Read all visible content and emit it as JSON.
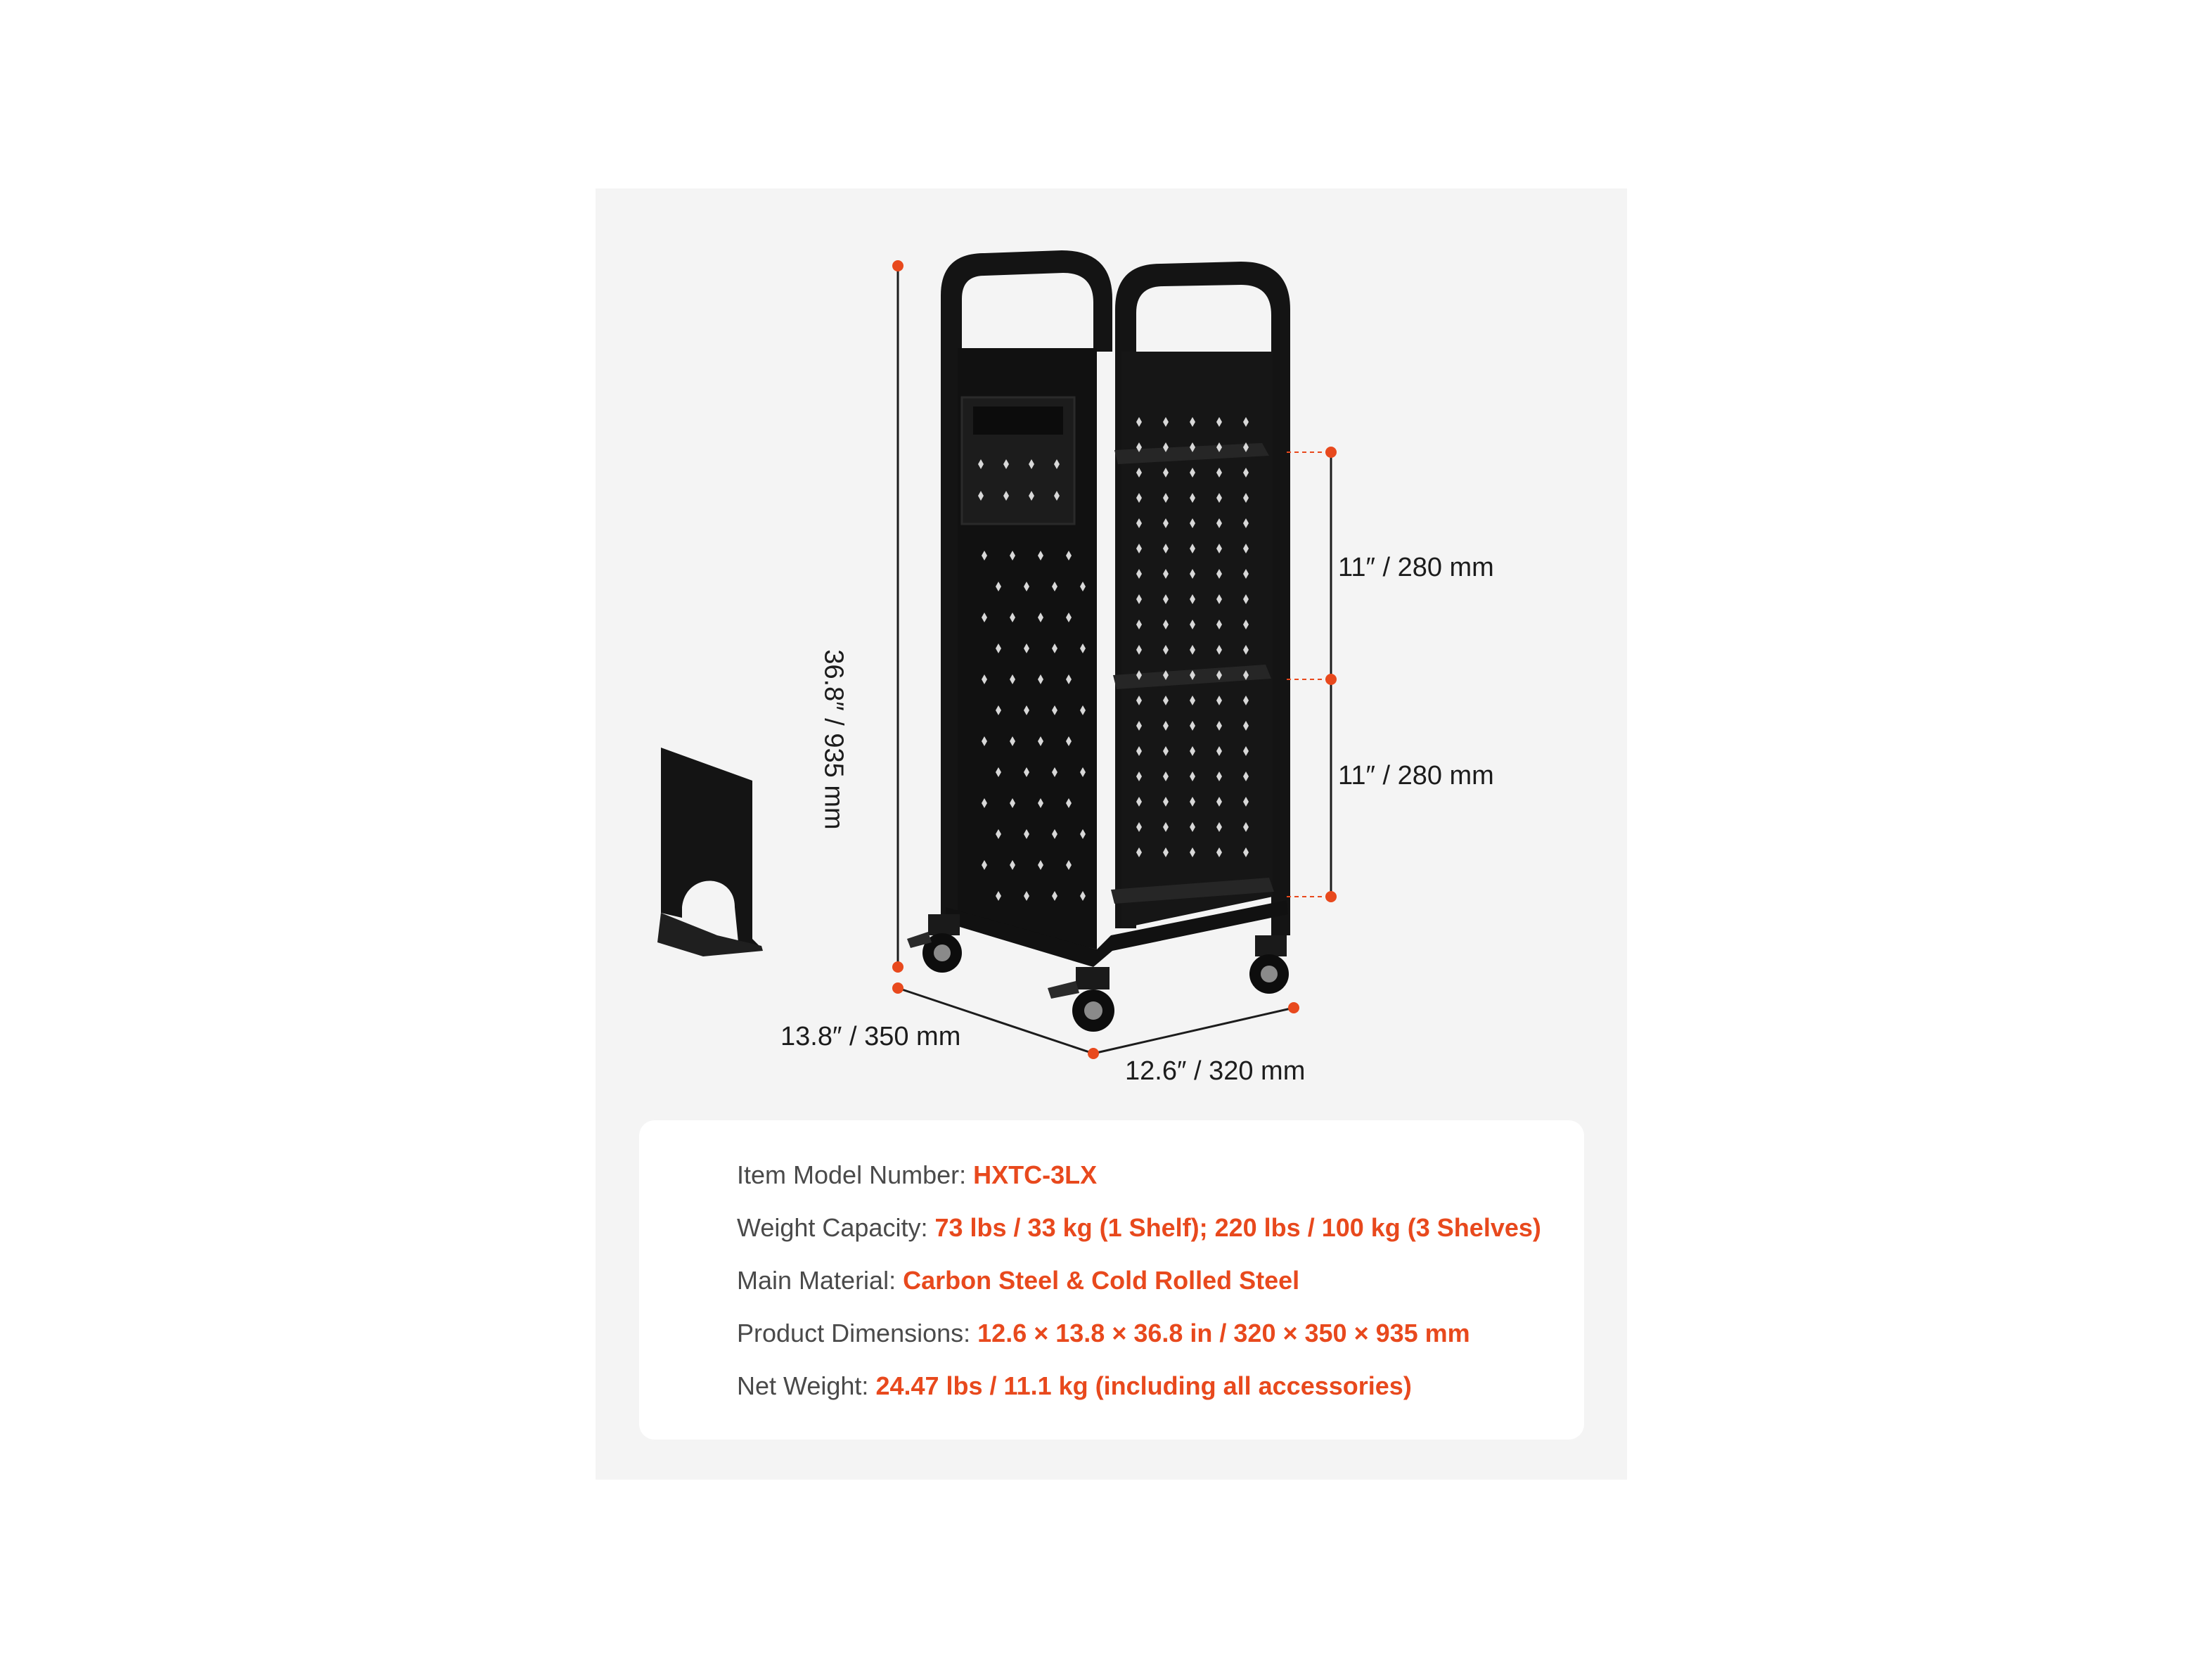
{
  "colors": {
    "accent": "#e8491d",
    "panel_bg": "#f4f4f4",
    "product": "#141414",
    "text": "#1c1c1c"
  },
  "dimensions": {
    "height": "36.8″ / 935 mm",
    "shelf_gap_upper": "11″ / 280 mm",
    "shelf_gap_lower": "11″ / 280 mm",
    "depth": "13.8″ / 350 mm",
    "width": "12.6″ / 320 mm"
  },
  "specs": [
    {
      "label": "Item Model Number:",
      "value": "HXTC-3LX"
    },
    {
      "label": "Weight Capacity:",
      "value": "73 lbs / 33 kg (1 Shelf); 220 lbs / 100 kg (3 Shelves)"
    },
    {
      "label": "Main Material:",
      "value": "Carbon Steel & Cold Rolled Steel"
    },
    {
      "label": "Product Dimensions:",
      "value": "12.6 × 13.8 × 36.8 in / 320 × 350 × 935 mm"
    },
    {
      "label": "Net Weight:",
      "value": "24.47 lbs / 11.1 kg (including all accessories)"
    }
  ],
  "icons": {
    "cart": "book-cart-image",
    "bookend": "bookend-image"
  }
}
